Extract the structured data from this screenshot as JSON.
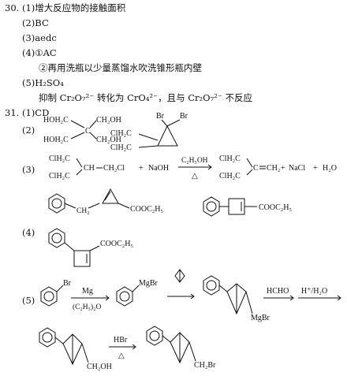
{
  "q30": {
    "number": "30.",
    "a1": "(1)增大反应物的接触面积",
    "a2": "(2)BC",
    "a3": "(3)aedc",
    "a4": "(4)①AC",
    "a4b": "②再用洗瓶以少量蒸馏水吹洗锥形瓶内壁",
    "a5": "(5)H₂SO₄",
    "a5b": "抑制 Cr₂O₇²⁻ 转化为 CrO₄²⁻，且与 Cr₂O₇²⁻ 不反应"
  },
  "q31": {
    "number": "31.",
    "a1": "(1)CD",
    "p2": "(2)",
    "p3": "(3)",
    "p4": "(4)",
    "p5": "(5)",
    "struct2": {
      "hoh2c_a": "HOH₂C",
      "hoh2c_b": "HOH₂C",
      "ch2oh_a": "CH₂OH",
      "ch2oh_b": "CH₂OH",
      "c": "C",
      "br1": "Br",
      "br2": "Br",
      "clh2c_a": "ClH₂C",
      "clh2c_b": "ClH₂C"
    },
    "rxn3": {
      "r1": "ClH₂C",
      "r2": "ClH₂C",
      "ch": "CH",
      "ch2cl": "CH₂Cl",
      "plus1": "+",
      "naoh": "NaOH",
      "cond_top": "C₂H₅OH",
      "cond_bot": "△",
      "p1": "ClH₂C",
      "p2": "ClH₂C",
      "c": "C",
      "ch2": "CH₂",
      "plus2": "+",
      "nacl": "NaCl",
      "plus3": "+",
      "h2o": "H₂O"
    },
    "row3b": {
      "ch2": "CH₂",
      "ester1": "COOC₂H₅",
      "ester2": "COOC₂H₅"
    },
    "row4": {
      "ester": "COOC₂H₅"
    },
    "rxn5": {
      "br": "Br",
      "mg": "Mg",
      "solvent": "(C₂H₅)₂O",
      "mgbr1": "MgBr",
      "mgbr2": "MgBr",
      "hcho": "HCHO",
      "h3o": "H⁺/H₂O",
      "ch2oh": "CH₂OH",
      "hbr": "HBr",
      "delta": "△",
      "ch2br": "CH₂Br"
    }
  }
}
